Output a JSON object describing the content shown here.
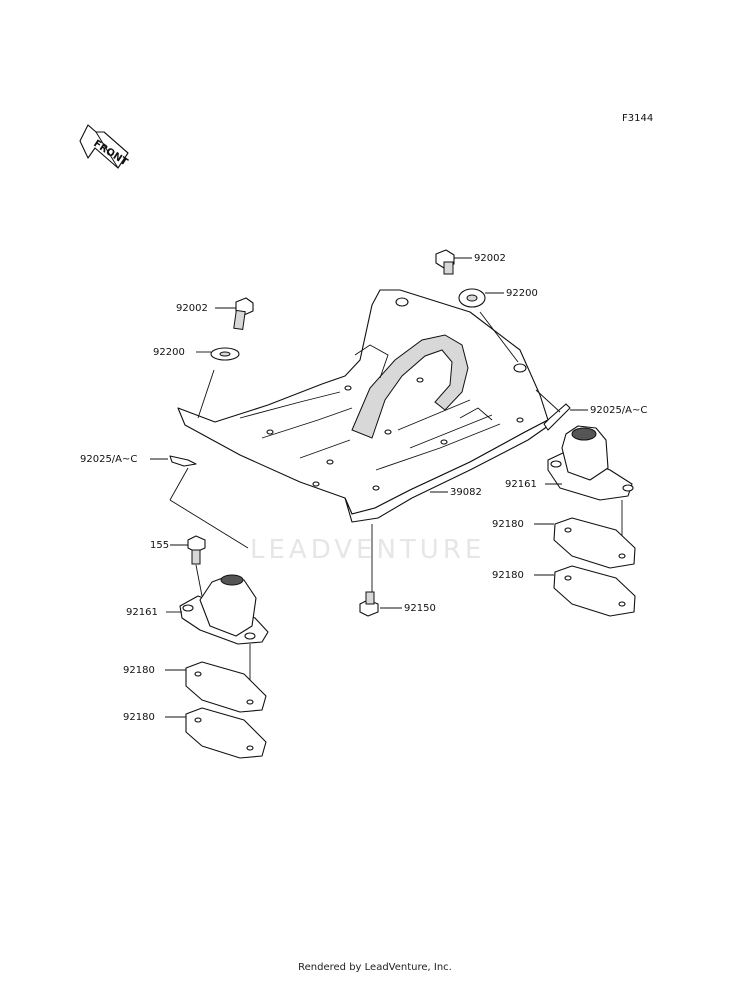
{
  "figure_code": "F3144",
  "front_label": "FRONT",
  "watermark": "LEADVENTURE",
  "footer": "Rendered by LeadVenture, Inc.",
  "callouts": {
    "bolt_top_right": "92002",
    "washer_top_right": "92200",
    "clip_right": "92025/A~C",
    "mount_right": "92161",
    "plate_right_1": "92180",
    "plate_right_2": "92180",
    "bolt_top_left": "92002",
    "washer_left": "92200",
    "clip_left": "92025/A~C",
    "skid_plate": "39082",
    "bolt_left_155": "155",
    "mount_left": "92161",
    "bolt_bottom": "92150",
    "plate_left_1": "92180",
    "plate_left_2": "92180"
  }
}
